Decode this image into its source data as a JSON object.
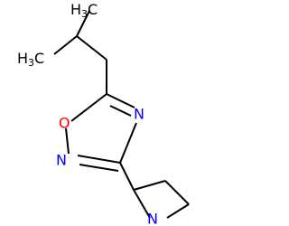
{
  "molecule": {
    "atoms": {
      "ch3_top": {
        "symbol": "C",
        "h": "H",
        "h_count": "3",
        "color": "#000000"
      },
      "ch3_left": {
        "symbol": "C",
        "h": "H",
        "h_count": "3",
        "color": "#000000"
      },
      "oxygen": {
        "symbol": "O",
        "color": "#ff0000"
      },
      "nitrogen_ring": {
        "symbol": "N",
        "color": "#0000ff"
      },
      "nitrogen_o": {
        "symbol": "N",
        "color": "#0000ff"
      },
      "nitrogen_pyrrolidine": {
        "symbol": "N",
        "color": "#0000ff"
      }
    },
    "colors": {
      "bond": "#000000",
      "oxygen": "#ff0000",
      "nitrogen": "#0000ff",
      "background": "#ffffff"
    }
  }
}
